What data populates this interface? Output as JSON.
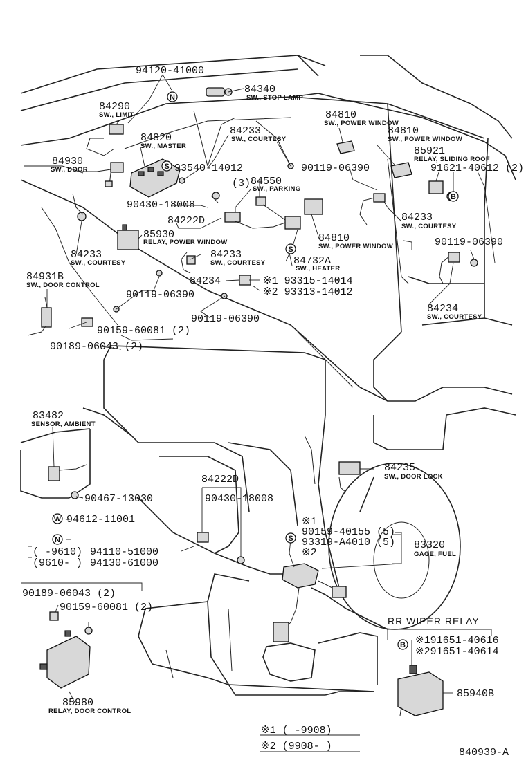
{
  "diagram": {
    "figure_code": "840939-A",
    "title": "RR WIPER RELAY",
    "labels": {
      "p94120": "94120-41000",
      "p84340": "84340",
      "p84340_d": "SW., STOP LAMP",
      "p84290": "84290",
      "p84290_d": "SW., LIMIT",
      "p84810a": "84810",
      "p84810a_d": "SW., POWER WINDOW",
      "p84810b": "84810",
      "p84810b_d": "SW., POWER WINDOW",
      "p84820": "84820",
      "p84820_d": "SW., MASTER",
      "p84233a": "84233",
      "p84233a_d": "SW., COURTESY",
      "p85921": "85921",
      "p85921_d": "RELAY, SLIDING ROOF",
      "p84930": "84930",
      "p84930_d": "SW., DOOR",
      "p93540": "93540-14012",
      "p90119a": "90119-06390",
      "p91621": "91621-40612 (2)",
      "p3": "(3)",
      "p84550": "84550",
      "p84550_d": "SW., PARKING",
      "p90430a": "90430-18008",
      "p84222Da": "84222D",
      "p84233b": "84233",
      "p84233b_d": "SW., COURTESY",
      "p85930": "85930",
      "p85930_d": "RELAY, POWER WINDOW",
      "p84810c": "84810",
      "p84810c_d": "SW., POWER WINDOW",
      "p90119b": "90119-06390",
      "p84233c": "84233",
      "p84233c_d": "SW., COURTESY",
      "p84233d": "84233",
      "p84233d_d": "SW., COURTESY",
      "p84732A": "84732A",
      "p84732A_d": "SW., HEATER",
      "p84931B": "84931B",
      "p84931B_d": "SW., DOOR CONTROL",
      "p84234a": "84234",
      "p93315": "※1  93315-14014",
      "p93313": "※2  93313-14012",
      "p90119c": "90119-06390",
      "p84234b": "84234",
      "p84234b_d": "SW., COURTESY",
      "p90119d": "90119-06390",
      "p90159a": "90159-60081 (2)",
      "p90189a": "90189-06043 (2)",
      "p83482": "83482",
      "p83482_d": "SENSOR, AMBIENT",
      "p84235": "84235",
      "p84235_d": "SW., DOOR LOCK",
      "p84222Db": "84222D",
      "p90467": "90467-13030",
      "p90430b": "90430-18008",
      "p94612": "94612-11001",
      "p_s1": "※1",
      "p90159b": "90159-40155 (5)",
      "p93319": "93319-A4010 (5)",
      "p_s2": "※2",
      "p83320": "83320",
      "p83320_d": "GAGE, FUEL",
      "p94110_r": "(      -9610)",
      "p94110": "94110-51000",
      "p94130_r": "(9610-      )",
      "p94130": "94130-61000",
      "p90189b": "90189-06043 (2)",
      "p90159c": "90159-60081 (2)",
      "p191651": "※191651-40616",
      "p291651": "※291651-40614",
      "p85940B": "85940B",
      "p85980": "85980",
      "p85980_d": "RELAY, DOOR CONTROL",
      "note1": "※1  (      -9908)",
      "note2": "※2  (9908-      )"
    },
    "symbols": {
      "n": "N",
      "s": "S",
      "b": "B",
      "w": "W"
    }
  }
}
